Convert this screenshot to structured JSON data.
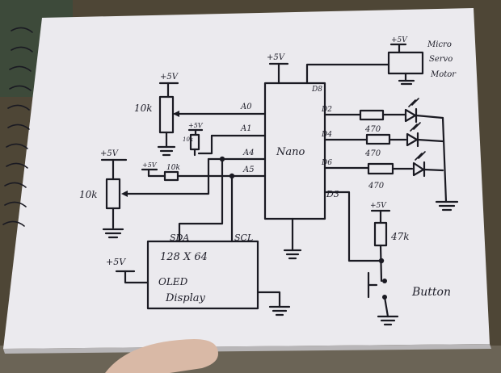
{
  "labels": {
    "nano": "Nano",
    "supply": "+5V",
    "servo_line1": "Micro",
    "servo_line2": "Servo",
    "servo_line3": "Motor",
    "pin_a0": "A0",
    "pin_a1": "A1",
    "pin_a4": "A4",
    "pin_a5": "A5",
    "pin_d8": "D8",
    "pin_d2": "D2",
    "pin_d4": "D4",
    "pin_d6": "D6",
    "pin_d3": "D3",
    "pot_top": "10k",
    "pot_left": "10k",
    "res_10k_small": "10k",
    "res_10k_vertical": "10k",
    "res_470": "470",
    "res_47k": "47k",
    "sda": "SDA",
    "scl": "SCL",
    "display_line1": "128 X 64",
    "display_line2": "OLED",
    "display_line3": "Display",
    "button": "Button"
  },
  "colors": {
    "paper": "#ebeaee",
    "ink": "#1a1a22",
    "background": "#5a5040"
  }
}
